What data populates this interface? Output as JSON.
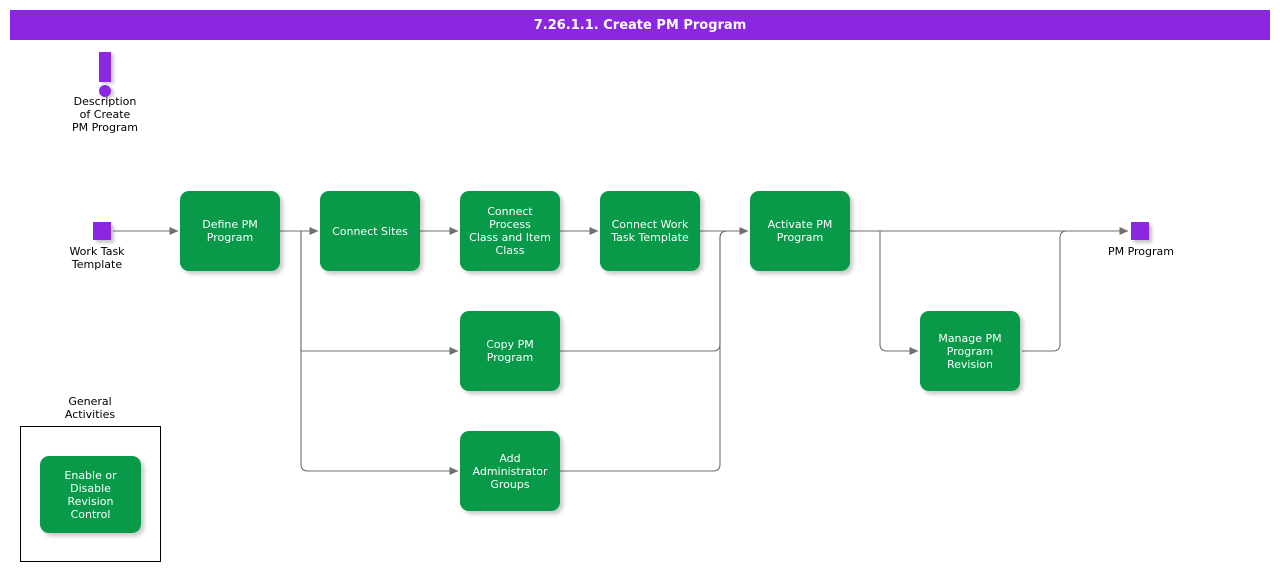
{
  "page": {
    "title": "7.26.1.1. Create PM Program",
    "background": "#ffffff"
  },
  "colors": {
    "title_bar": "#8b27e0",
    "title_text": "#ffffff",
    "node_fill": "#089949",
    "node_text": "#ffffff",
    "terminal_fill": "#8b27e0",
    "connector": "#6f6f6f",
    "group_border": "#000000",
    "label_text": "#000000"
  },
  "annotation": {
    "icon": "exclamation-mark-icon",
    "label": "Description\nof Create\nPM Program"
  },
  "terminals": [
    {
      "id": "work-task-template",
      "label": "Work Task\nTemplate"
    },
    {
      "id": "pm-program",
      "label": "PM Program"
    }
  ],
  "nodes": [
    {
      "id": "define-pm-program",
      "label": "Define PM\nProgram"
    },
    {
      "id": "connect-sites",
      "label": "Connect Sites"
    },
    {
      "id": "connect-process-class",
      "label": "Connect Process\nClass and Item\nClass"
    },
    {
      "id": "connect-work-task-template",
      "label": "Connect Work\nTask Template"
    },
    {
      "id": "activate-pm-program",
      "label": "Activate PM\nProgram"
    },
    {
      "id": "copy-pm-program",
      "label": "Copy PM\nProgram"
    },
    {
      "id": "add-administrator-groups",
      "label": "Add\nAdministrator\nGroups"
    },
    {
      "id": "manage-pm-program-revision",
      "label": "Manage PM\nProgram\nRevision"
    }
  ],
  "group": {
    "label": "General\nActivities",
    "nodes": [
      {
        "id": "enable-disable-revision-control",
        "label": "Enable or\nDisable Revision\nControl"
      }
    ]
  }
}
